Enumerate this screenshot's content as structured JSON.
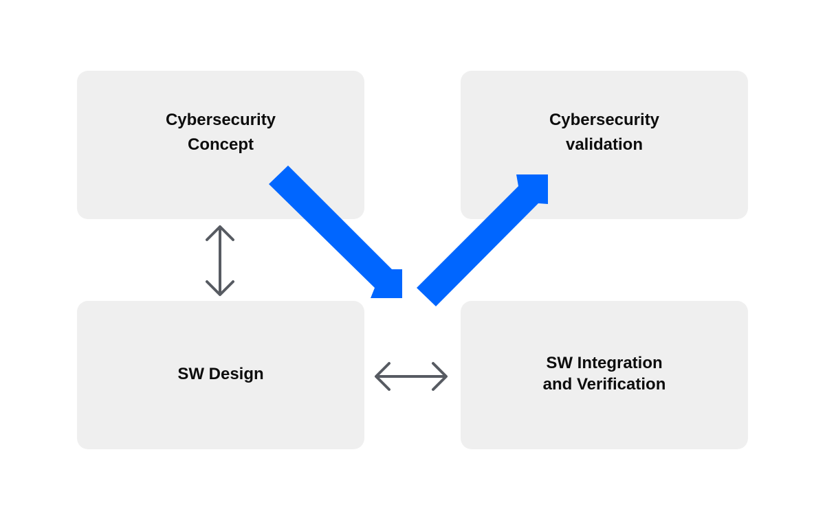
{
  "boxes": {
    "concept": {
      "label": "Cybersecurity\nConcept"
    },
    "validation": {
      "label": "Cybersecurity\nvalidation"
    },
    "design": {
      "label": "SW Design"
    },
    "integration": {
      "label": "SW Integration\nand Verification"
    }
  },
  "colors": {
    "box_fill": "#efefef",
    "accent_arrow": "#0066ff",
    "connector_arrow": "#575b62",
    "text": "#0d0d0d"
  },
  "connectors": {
    "vertical": {
      "icon": "double-headed-vertical-arrow-icon"
    },
    "horizontal": {
      "icon": "double-headed-horizontal-arrow-icon"
    }
  }
}
